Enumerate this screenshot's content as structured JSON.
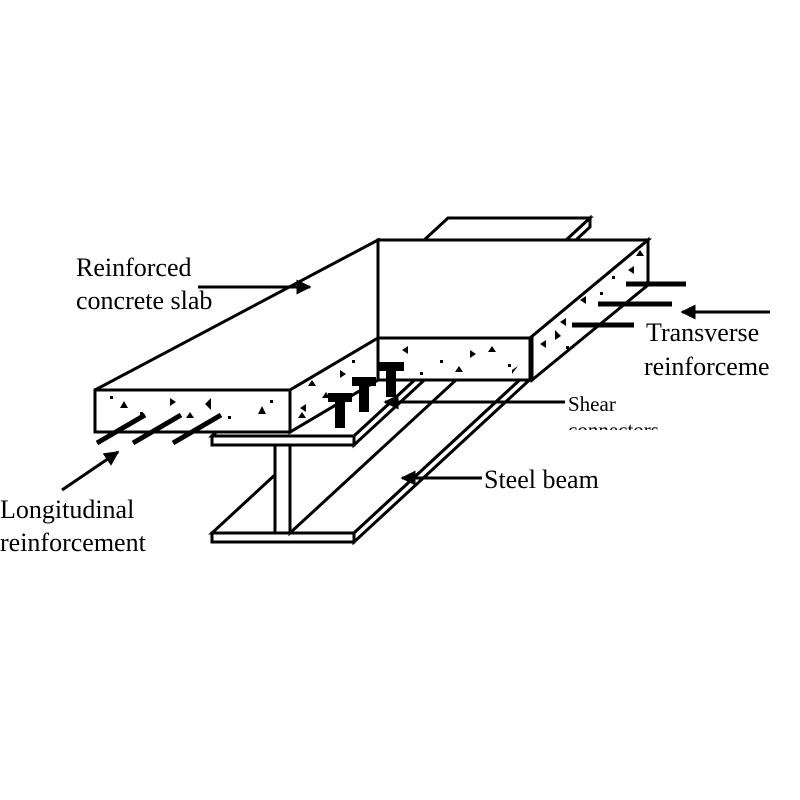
{
  "labels": {
    "slab": [
      "Reinforced",
      "concrete slab"
    ],
    "transverse": [
      "Transverse",
      "reinforceme"
    ],
    "shear": [
      "Shear",
      "connectors"
    ],
    "beam": "Steel beam",
    "longitudinal": [
      "Longitudinal",
      "reinforcement"
    ]
  },
  "colors": {
    "ink": "#000000",
    "paper": "#ffffff"
  }
}
